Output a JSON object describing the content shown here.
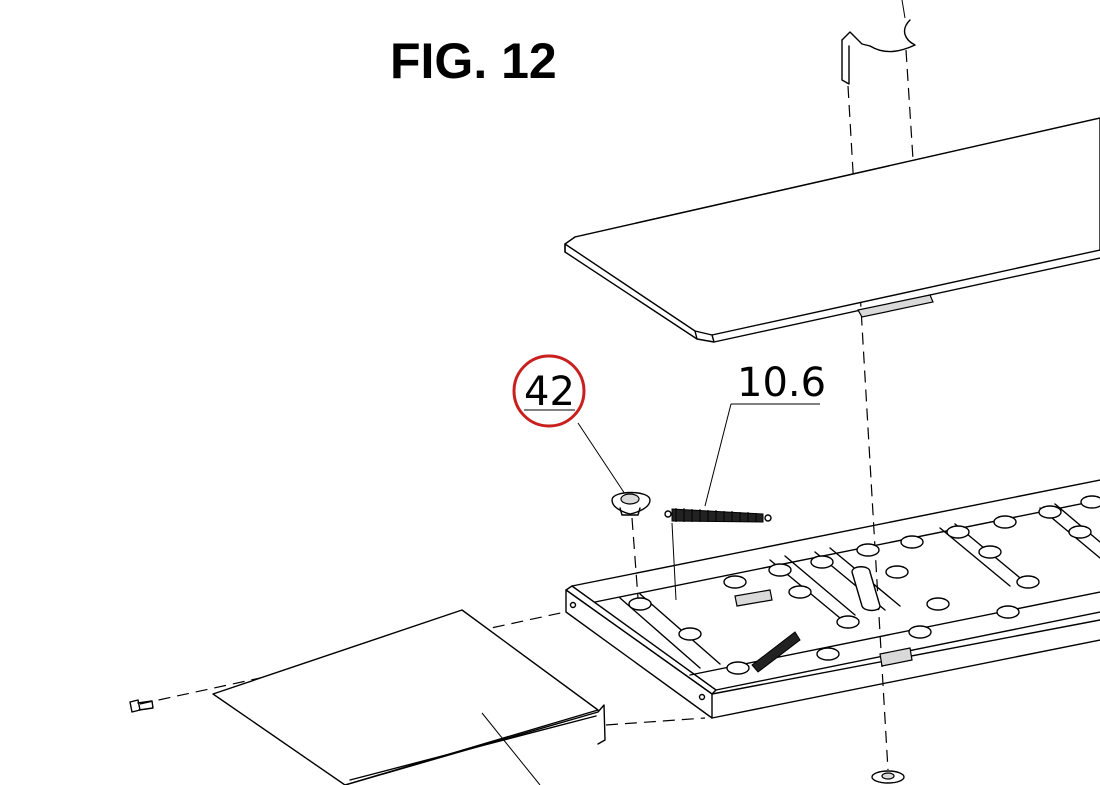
{
  "figure": {
    "title": "FIG. 12",
    "callouts": [
      {
        "label": "42",
        "highlighted": true,
        "highlight_color": "#c8201e"
      },
      {
        "label": "10.6",
        "highlighted": false
      }
    ]
  },
  "colors": {
    "line": "#000000",
    "background": "#ffffff",
    "highlight": "#c8201e"
  }
}
